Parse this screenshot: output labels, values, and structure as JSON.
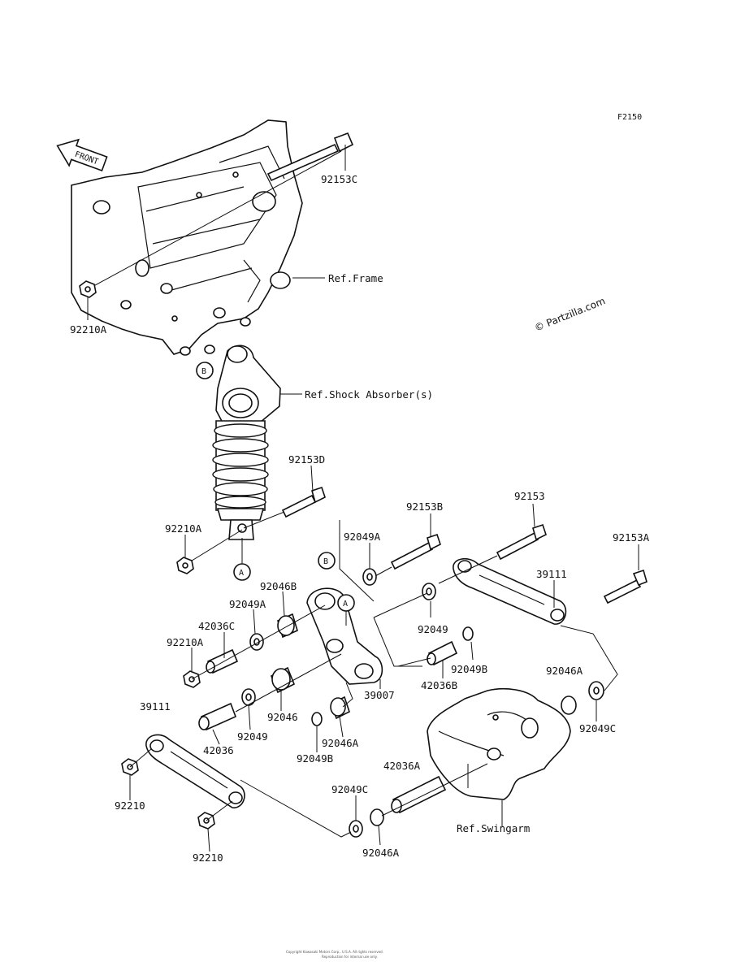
{
  "diagram": {
    "code": "F2150",
    "copyright": "© Partzilla.com",
    "front_label": "FRONT",
    "footer_line1": "Copyright Kawasaki Motors Corp., U.S.A. All rights reserved.",
    "footer_line2": "Reproduction for internal use only.",
    "refs": [
      {
        "id": "ref-frame",
        "text": "Ref.Frame"
      },
      {
        "id": "ref-shock",
        "text": "Ref.Shock Absorber(s)"
      },
      {
        "id": "ref-swingarm",
        "text": "Ref.Swingarm"
      }
    ],
    "markers": [
      "B",
      "A",
      "B",
      "A"
    ],
    "parts": [
      "92153C",
      "92210A",
      "92153D",
      "92210A",
      "92153B",
      "92153",
      "92153A",
      "92049A",
      "92046B",
      "92049A",
      "42036C",
      "92210A",
      "39111",
      "92049",
      "92049B",
      "42036B",
      "39007",
      "92046",
      "92046A",
      "92049B",
      "92049",
      "42036",
      "39111",
      "92046A",
      "92049C",
      "42036A",
      "92049C",
      "92210",
      "92210",
      "92046A"
    ]
  }
}
